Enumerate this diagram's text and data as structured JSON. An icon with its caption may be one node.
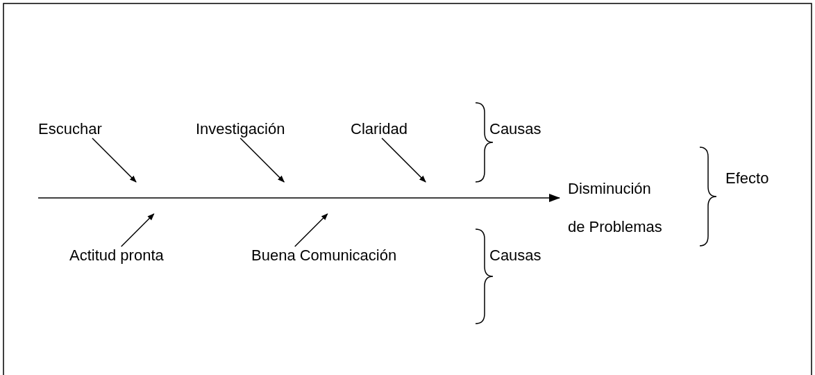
{
  "diagram": {
    "nodes": [
      {
        "text": [
          "Escuchar"
        ]
      },
      {
        "text": [
          "Investigación"
        ]
      },
      {
        "text": [
          "Claridad"
        ]
      },
      {
        "text": [
          "Actitud pronta"
        ]
      },
      {
        "text": [
          "Buena Comunicación"
        ]
      },
      {
        "text": [
          "Disminución de Problemas"
        ]
      }
    ],
    "edges": [
      {
        "from": 0,
        "to": null,
        "arrow": "to"
      },
      {
        "from": 1,
        "to": null,
        "arrow": "to"
      },
      {
        "from": 2,
        "to": null,
        "arrow": "to"
      },
      {
        "from": 3,
        "to": null,
        "arrow": "to"
      },
      {
        "from": 4,
        "to": null,
        "arrow": "to"
      },
      {
        "from": null,
        "to": 5,
        "arrow": "to"
      }
    ],
    "labels": [
      "Causas",
      "Efecto",
      "Causas"
    ]
  }
}
